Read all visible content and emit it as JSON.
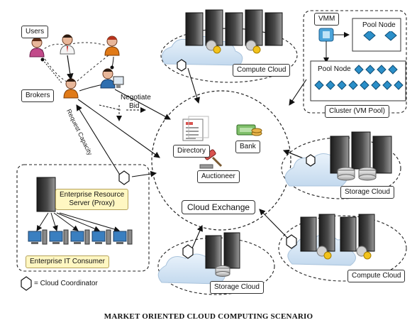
{
  "diagram": {
    "caption": "MARKET ORIENTED CLOUD COMPUTING SCENARIO",
    "labels": {
      "users": "Users",
      "brokers": "Brokers",
      "negotiate": "Negotiate",
      "bid": "Bid",
      "request_capacity": "Request Capacity",
      "compute_cloud_top": "Compute Cloud",
      "vmm": "VMM",
      "pool_node_1": "Pool Node",
      "pool_node_2": "Pool Node",
      "cluster": "Cluster (VM Pool)",
      "directory": "Directory",
      "bank": "Bank",
      "auctioneer": "Auctioneer",
      "cloud_exchange": "Cloud Exchange",
      "storage_cloud_right": "Storage Cloud",
      "enterprise_resource_server": "Enterprise Resource",
      "enterprise_resource_server_2": "Server (Proxy)",
      "enterprise_it_consumer": "Enterprise IT Consumer",
      "compute_cloud_bottom": "Compute Cloud",
      "storage_cloud_bottom": "Storage Cloud",
      "legend": "= Cloud Coordinator"
    },
    "colors": {
      "server_dark": "#2b2b2b",
      "server_light": "#8a8a8a",
      "cloud_fill": "#d6e6f5",
      "node_blue": "#2b8fc9",
      "monitor_blue": "#3a7fc0",
      "yellow_label": "#fff7c2"
    }
  }
}
